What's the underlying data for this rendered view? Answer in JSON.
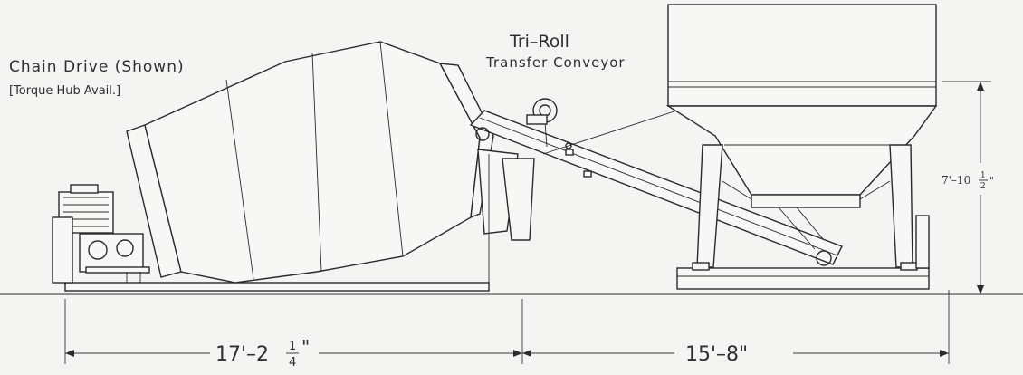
{
  "labels": {
    "chain_drive": "Chain Drive (Shown)",
    "torque_hub": "[Torque Hub Avail.]",
    "conveyor_title": "Tri–Roll",
    "conveyor_subtitle": "Transfer Conveyor"
  },
  "dimensions": {
    "mixer_length": "17'–2",
    "mixer_length_num": "1",
    "mixer_length_den": "4",
    "mixer_length_close": "\"",
    "bin_length": "15'–8\"",
    "height": "7'–10",
    "height_num": "1",
    "height_den": "2",
    "height_close": "\""
  }
}
